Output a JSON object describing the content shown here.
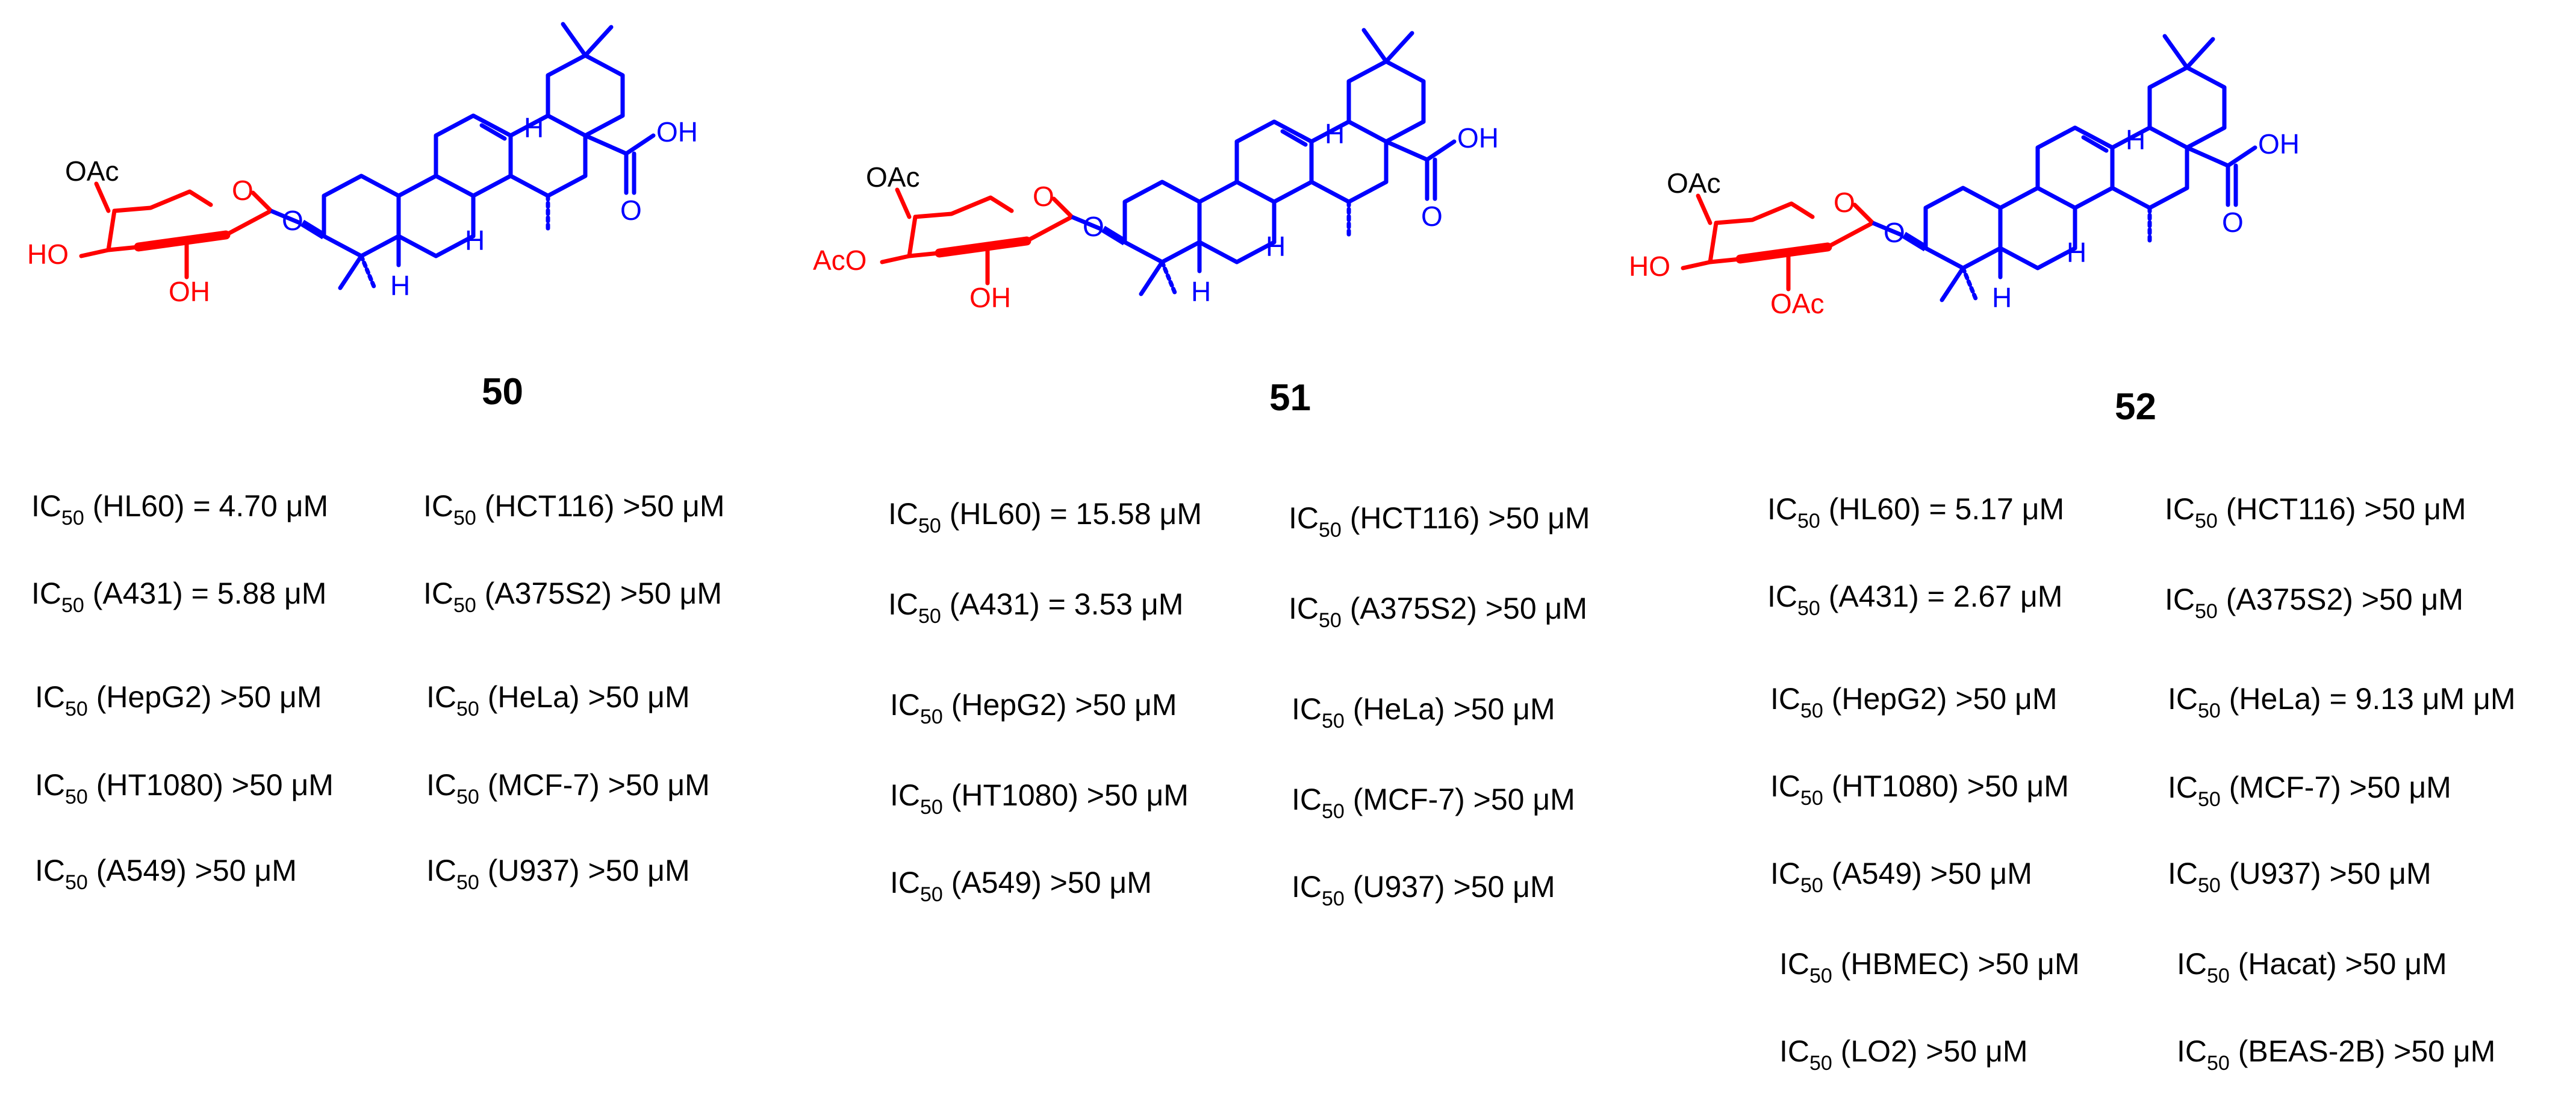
{
  "colors": {
    "sugar": "#ff0000",
    "aglycone": "#0000ff",
    "text": "#000000"
  },
  "atom_labels": {
    "oac": "OAc",
    "ho": "HO",
    "oh": "OH",
    "o": "O",
    "h": "H",
    "aco": "AcO",
    "cooh_o": "O",
    "cooh_oh": "OH"
  },
  "compounds": [
    {
      "id": "50",
      "sugar_substituents": {
        "c4": "OAc",
        "c3": "HO",
        "c2": "OH"
      },
      "activity": [
        [
          "IC",
          "50",
          " (HL60) = 4.70 μM"
        ],
        [
          "IC",
          "50",
          " (HCT116) >50 μM"
        ],
        [
          "IC",
          "50",
          " (A431) = 5.88 μM"
        ],
        [
          "IC",
          "50",
          " (A375S2) >50 μM"
        ],
        [
          "IC",
          "50",
          " (HepG2) >50 μM"
        ],
        [
          "IC",
          "50",
          " (HeLa) >50 μM"
        ],
        [
          "IC",
          "50",
          " (HT1080) >50 μM"
        ],
        [
          "IC",
          "50",
          " (MCF-7) >50 μM"
        ],
        [
          "IC",
          "50",
          " (A549) >50 μM"
        ],
        [
          "IC",
          "50",
          " (U937) >50 μM"
        ]
      ]
    },
    {
      "id": "51",
      "sugar_substituents": {
        "c4": "OAc",
        "c3": "AcO",
        "c2": "OH"
      },
      "activity": [
        [
          "IC",
          "50",
          " (HL60) = 15.58 μM"
        ],
        [
          "IC",
          "50",
          " (HCT116) >50 μM"
        ],
        [
          "IC",
          "50",
          " (A431) = 3.53 μM"
        ],
        [
          "IC",
          "50",
          " (A375S2) >50 μM"
        ],
        [
          "IC",
          "50",
          " (HepG2) >50 μM"
        ],
        [
          "IC",
          "50",
          " (HeLa) >50 μM"
        ],
        [
          "IC",
          "50",
          " (HT1080) >50 μM"
        ],
        [
          "IC",
          "50",
          " (MCF-7) >50 μM"
        ],
        [
          "IC",
          "50",
          " (A549) >50 μM"
        ],
        [
          "IC",
          "50",
          " (U937) >50 μM"
        ]
      ]
    },
    {
      "id": "52",
      "sugar_substituents": {
        "c4": "OAc",
        "c3": "HO",
        "c2": "OAc"
      },
      "activity": [
        [
          "IC",
          "50",
          " (HL60) = 5.17 μM"
        ],
        [
          "IC",
          "50",
          " (HCT116) >50 μM"
        ],
        [
          "IC",
          "50",
          " (A431) = 2.67 μM"
        ],
        [
          "IC",
          "50",
          " (A375S2) >50 μM"
        ],
        [
          "IC",
          "50",
          " (HepG2) >50 μM"
        ],
        [
          "IC",
          "50",
          " (HeLa) = 9.13 μM μM"
        ],
        [
          "IC",
          "50",
          " (HT1080) >50 μM"
        ],
        [
          "IC",
          "50",
          " (MCF-7) >50 μM"
        ],
        [
          "IC",
          "50",
          " (A549) >50 μM"
        ],
        [
          "IC",
          "50",
          " (U937) >50 μM"
        ],
        [
          "IC",
          "50",
          " (HBMEC) >50 μM"
        ],
        [
          "IC",
          "50",
          " (Hacat) >50 μM"
        ],
        [
          "IC",
          "50",
          " (LO2) >50 μM"
        ],
        [
          "IC",
          "50",
          " (BEAS-2B) >50 μM"
        ]
      ]
    }
  ]
}
